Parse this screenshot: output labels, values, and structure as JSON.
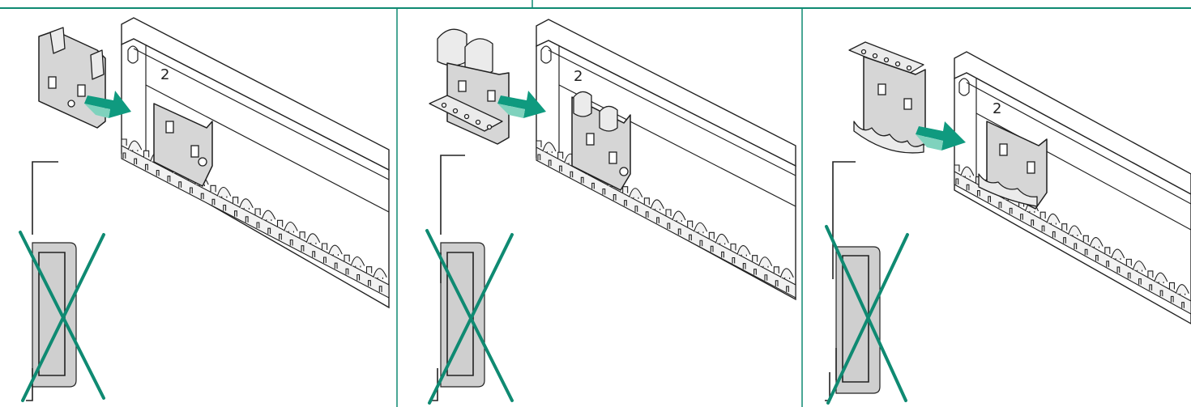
{
  "frame": {
    "border_color": "#0f8a72",
    "panel_count": 3
  },
  "panels": [
    {
      "id": "panel-1",
      "bracket": "flat-clip-bracket",
      "rail_label": "2",
      "direction": "arrow-right-down",
      "profile_state": "crossed-out"
    },
    {
      "id": "panel-2",
      "bracket": "double-loop-bracket",
      "rail_label": "2",
      "direction": "arrow-right-down",
      "profile_state": "crossed-out"
    },
    {
      "id": "panel-3",
      "bracket": "perforated-bracket",
      "rail_label": "2",
      "direction": "arrow-right-down",
      "profile_state": "crossed-out"
    }
  ],
  "colors": {
    "accent": "#0f8a72",
    "arrow": "#0f9a7f",
    "part_grey": "#d6d6d6"
  }
}
